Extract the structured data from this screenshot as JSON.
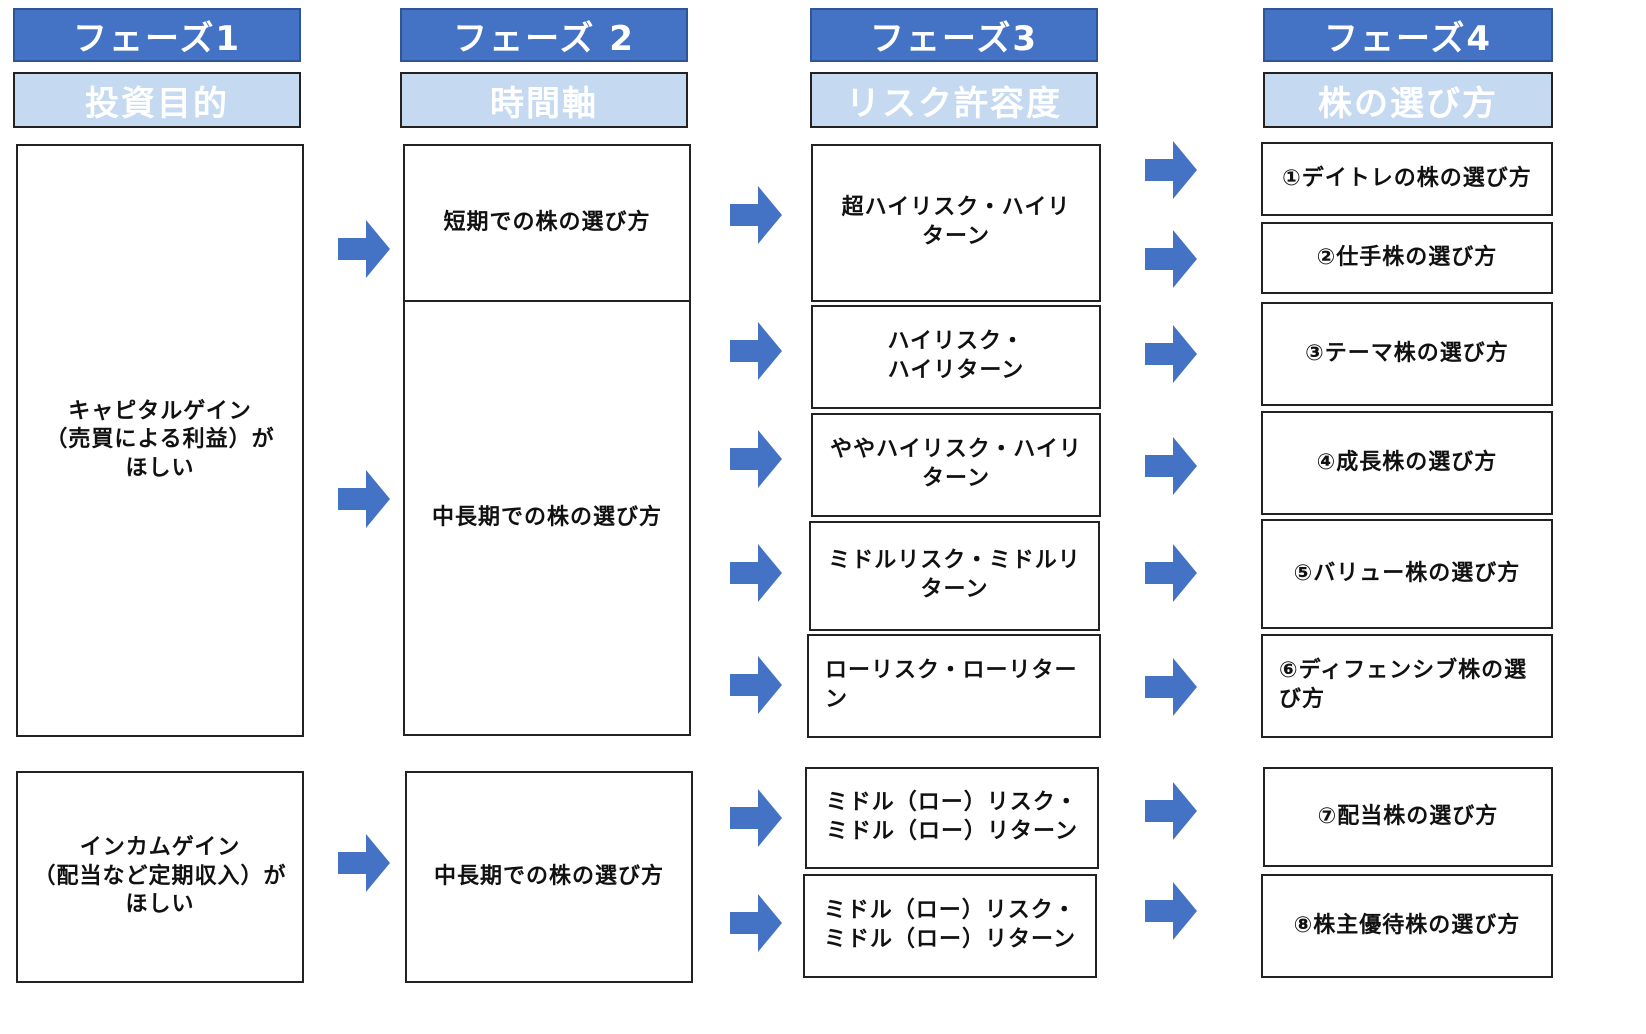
{
  "phases": [
    {
      "title": "フェーズ1",
      "subtitle": "投資目的"
    },
    {
      "title": "フェーズ 2",
      "subtitle": "時間軸"
    },
    {
      "title": "フェーズ3",
      "subtitle": "リスク許容度"
    },
    {
      "title": "フェーズ4",
      "subtitle": "株の選び方"
    }
  ],
  "purpose": {
    "capital": "キャピタルゲイン\n（売買による利益）が\nほしい",
    "income": "インカムゲイン\n（配当など定期収入）が\nほしい"
  },
  "timeframe": {
    "short": "短期での株の選び方",
    "mid_long_capital": "中長期での株の選び方",
    "mid_long_income": "中長期での株の選び方"
  },
  "risk": [
    "超ハイリスク・ハイリ\nターン",
    "ハイリスク・\nハイリターン",
    "ややハイリスク・ハイリ\nターン",
    "ミドルリスク・ミドルリ\nターン",
    "ローリスク・ローリター\nン",
    "ミドル（ロー）リスク・\nミドル（ロー）リターン",
    "ミドル（ロー）リスク・\nミドル（ロー）リターン"
  ],
  "methods": [
    "①デイトレの株の選び方",
    "②仕手株の選び方",
    "③テーマ株の選び方",
    "④成長株の選び方",
    "⑤バリュー株の選び方",
    "⑥ディフェンシブ株の選\nび方",
    "⑦配当株の選び方",
    "⑧株主優待株の選び方"
  ],
  "colors": {
    "phase_header": "#4472c4",
    "subheader": "#c5d9f1",
    "arrow": "#4472c4"
  }
}
